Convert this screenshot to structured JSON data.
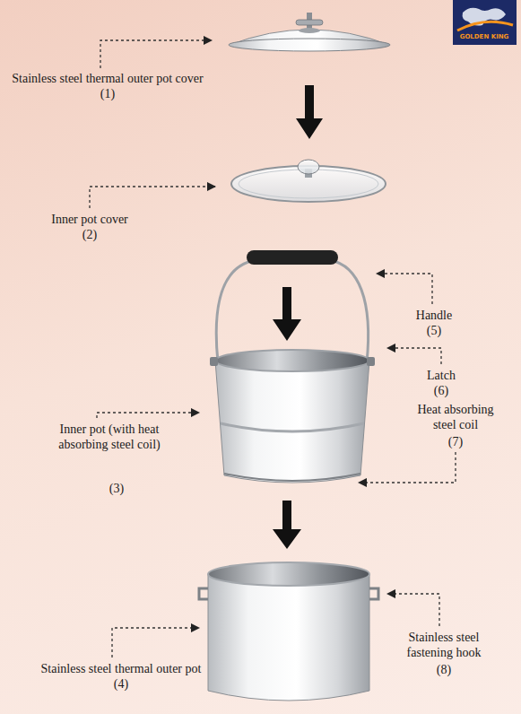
{
  "diagram": {
    "labels": [
      "Stainless steel thermal outer pot cover",
      "(1)",
      "Inner pot cover",
      "(2)",
      "Handle",
      "(5)",
      "Latch",
      "(6)",
      "Heat absorbing steel coil",
      "(7)",
      "Inner pot (with heat absorbing steel coil)",
      "(3)",
      "Stainless steel thermal outer pot",
      "(4)",
      "Stainless steel fastening hook",
      "(8)",
      "GOLDEN KING"
    ]
  }
}
